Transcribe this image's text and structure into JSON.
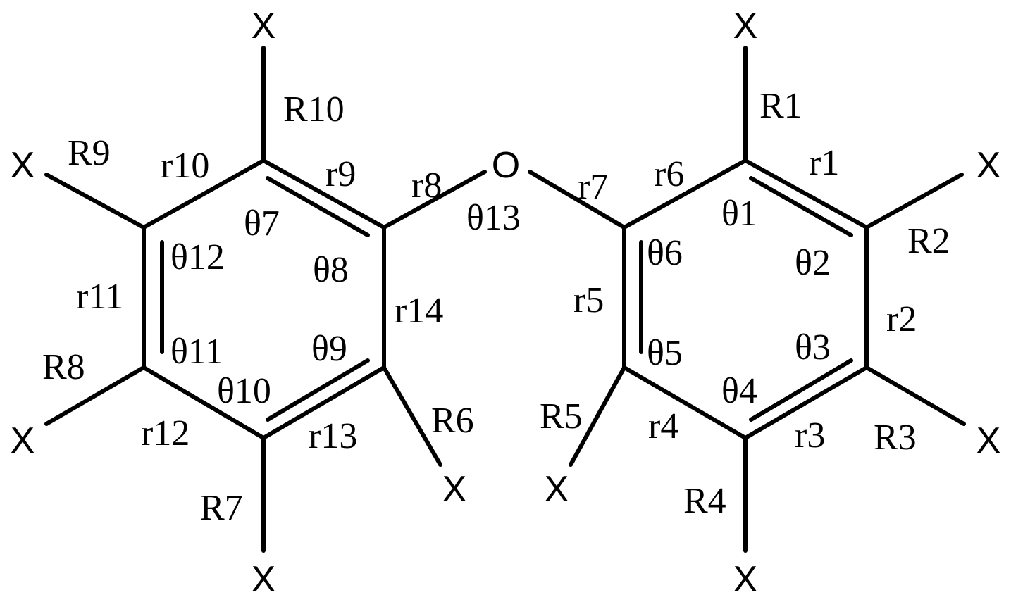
{
  "diagram": {
    "atoms": {
      "oxygen": "O",
      "substituent": "X"
    },
    "substituent_labels": {
      "R1": "R1",
      "R2": "R2",
      "R3": "R3",
      "R4": "R4",
      "R5": "R5",
      "R6": "R6",
      "R7": "R7",
      "R8": "R8",
      "R9": "R9",
      "R10": "R10"
    },
    "bond_labels": {
      "r1": "r1",
      "r2": "r2",
      "r3": "r3",
      "r4": "r4",
      "r5": "r5",
      "r6": "r6",
      "r7": "r7",
      "r8": "r8",
      "r9": "r9",
      "r10": "r10",
      "r11": "r11",
      "r12": "r12",
      "r13": "r13",
      "r14": "r14"
    },
    "angle_labels": {
      "t1": "θ1",
      "t2": "θ2",
      "t3": "θ3",
      "t4": "θ4",
      "t5": "θ5",
      "t6": "θ6",
      "t7": "θ7",
      "t8": "θ8",
      "t9": "θ9",
      "t10": "θ10",
      "t11": "θ11",
      "t12": "θ12",
      "t13": "θ13"
    },
    "colors": {
      "ink": "#000000",
      "background": "#ffffff"
    }
  }
}
